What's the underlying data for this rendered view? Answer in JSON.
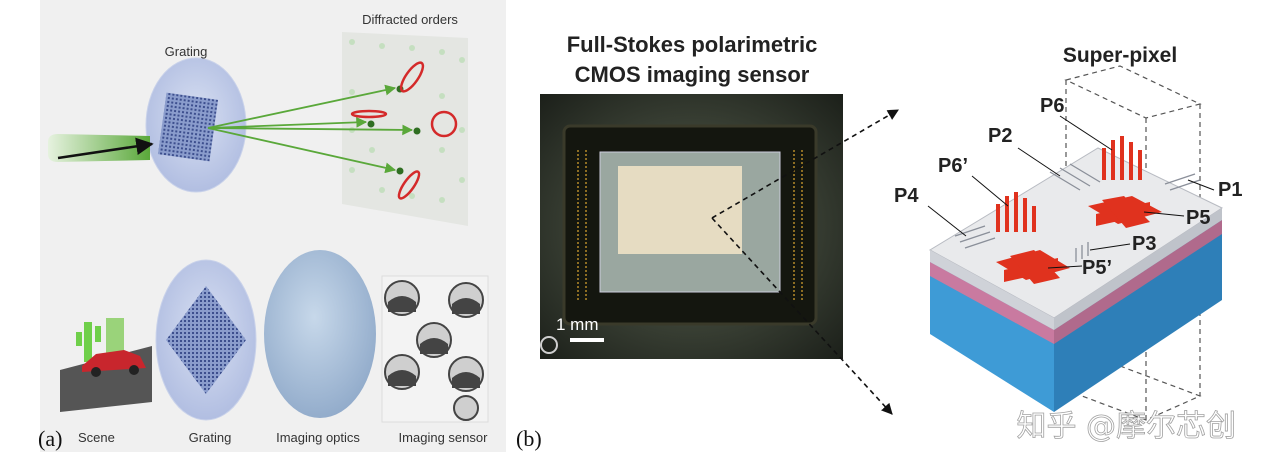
{
  "panel_a": {
    "panel_label": "(a)",
    "grating_label": "Grating",
    "diffracted_label": "Diffracted orders",
    "bottom_labels": [
      "Scene",
      "Grating",
      "Imaging optics",
      "Imaging sensor"
    ]
  },
  "panel_b": {
    "panel_label": "(b)",
    "sensor_title_line1": "Full-Stokes polarimetric",
    "sensor_title_line2": "CMOS imaging sensor",
    "scale_label": "1 mm",
    "superpixel_title": "Super-pixel",
    "pixel_labels": [
      "P6",
      "P2",
      "P6’",
      "P4",
      "P1",
      "P5",
      "P3",
      "P5’"
    ]
  },
  "watermark": "知乎 @摩尔芯创",
  "colors": {
    "beam_green": "#5aa83a",
    "ellipse_red": "#d42a2a",
    "disk_blue": "#b9c6e6",
    "substrate_blue": "#3e9bd6"
  }
}
